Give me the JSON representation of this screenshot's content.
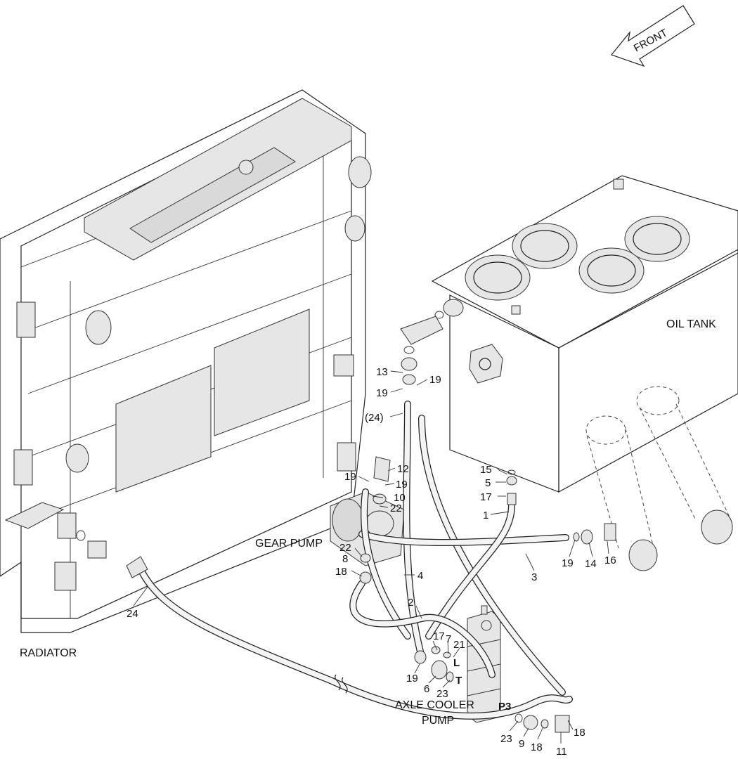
{
  "labels": {
    "front": "FRONT",
    "oil_tank": "OIL TANK",
    "gear_pump": "GEAR PUMP",
    "radiator": "RADIATOR",
    "axle_cooler_line1": "AXLE COOLER",
    "axle_cooler_line2": "PUMP"
  },
  "callouts": {
    "c13": "13",
    "c19a": "19",
    "c19b": "19",
    "c24p": "(24)",
    "c12": "12",
    "c19c": "19",
    "c19d": "19",
    "c10": "10",
    "c22a": "22",
    "c15": "15",
    "c5": "5",
    "c17a": "17",
    "c1": "1",
    "c22b": "22",
    "c8": "8",
    "c18a": "18",
    "c4": "4",
    "c3": "3",
    "c19e": "19",
    "c14": "14",
    "c16": "16",
    "c24": "24",
    "c2": "2",
    "c17b": "17",
    "c7": "7",
    "c21": "21",
    "c19f": "19",
    "c6": "6",
    "c23a": "23",
    "c23b": "23",
    "c9": "9",
    "c18b": "18",
    "c11": "11",
    "c18c": "18"
  },
  "ports": {
    "L": "L",
    "T": "T",
    "P3": "P3"
  }
}
